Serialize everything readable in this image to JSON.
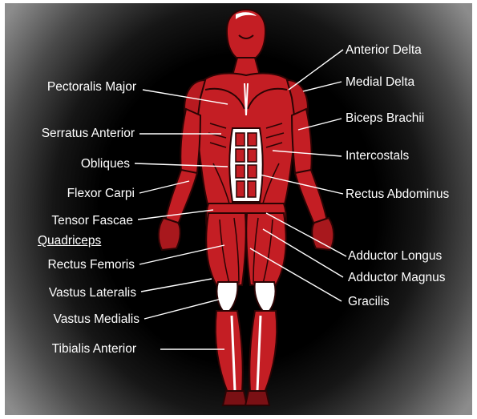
{
  "colors": {
    "muscle": "#c41e24",
    "muscle_dark": "#3a0606",
    "tendon": "#ffffff",
    "background": "#000000",
    "leader_line": "#ffffff"
  },
  "labels_left": {
    "pectoralis_major": "Pectoralis Major",
    "serratus_anterior": "Serratus Anterior",
    "obliques": "Obliques",
    "flexor_carpi": "Flexor Carpi",
    "tensor_fascae": "Tensor Fascae",
    "quadriceps_heading": "Quadriceps",
    "rectus_femoris": "Rectus Femoris",
    "vastus_lateralis": "Vastus Lateralis",
    "vastus_medialis": "Vastus Medialis",
    "tibialis_anterior": "Tibialis Anterior"
  },
  "labels_right": {
    "anterior_delta": "Anterior Delta",
    "medial_delta": "Medial Delta",
    "biceps_brachii": "Biceps Brachii",
    "intercostals": "Intercostals",
    "rectus_abdominus": "Rectus Abdominus",
    "adductor_longus": "Adductor Longus",
    "adductor_magnus": "Adductor Magnus",
    "gracilis": "Gracilis"
  }
}
